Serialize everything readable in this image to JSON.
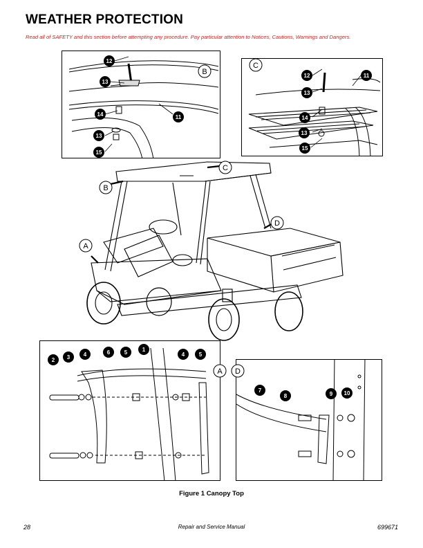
{
  "header": {
    "title": "WEATHER PROTECTION",
    "warning": "Read all of SAFETY and this section before attempting any procedure. Pay particular attention to Notices, Cautions, Warnings and Dangers."
  },
  "colors": {
    "warning_text": "#d32020",
    "badge": "#000000"
  },
  "figure": {
    "caption": "Figure 1  Canopy Top",
    "detail_letters": [
      "A",
      "B",
      "C",
      "D"
    ],
    "part_numbers": [
      "1",
      "2",
      "3",
      "4",
      "5",
      "6",
      "7",
      "8",
      "9",
      "10",
      "11",
      "12",
      "13",
      "14",
      "15"
    ]
  },
  "footer": {
    "page_number": "28",
    "manual_name": "Repair and Service Manual",
    "doc_number": "699671"
  }
}
